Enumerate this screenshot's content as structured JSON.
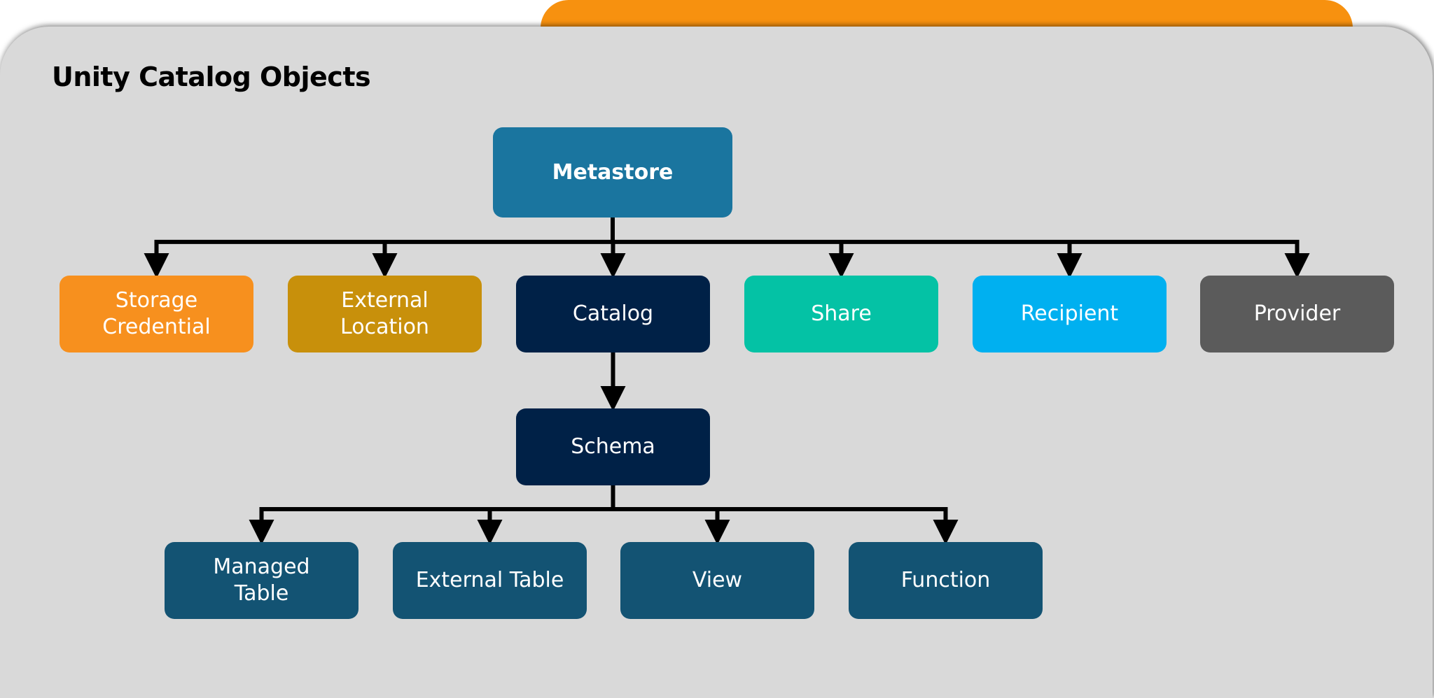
{
  "title": "Unity Catalog Objects",
  "colors": {
    "background": "#d9d9d9",
    "accent_tab": "#f7910f",
    "connector": "#000000"
  },
  "nodes": {
    "metastore": {
      "label": "Metastore",
      "color": "#1a759f"
    },
    "storage_credential": {
      "label": "Storage\nCredential",
      "color": "#f7901e"
    },
    "external_location": {
      "label": "External\nLocation",
      "color": "#c8900b"
    },
    "catalog": {
      "label": "Catalog",
      "color": "#002147"
    },
    "share": {
      "label": "Share",
      "color": "#04c2a5"
    },
    "recipient": {
      "label": "Recipient",
      "color": "#00b0f0"
    },
    "provider": {
      "label": "Provider",
      "color": "#5b5b5b"
    },
    "schema": {
      "label": "Schema",
      "color": "#002147"
    },
    "managed_table": {
      "label": "Managed\nTable",
      "color": "#135373"
    },
    "external_table": {
      "label": "External Table",
      "color": "#135373"
    },
    "view": {
      "label": "View",
      "color": "#135373"
    },
    "function": {
      "label": "Function",
      "color": "#135373"
    }
  },
  "edges": [
    {
      "from": "metastore",
      "to": "storage_credential"
    },
    {
      "from": "metastore",
      "to": "external_location"
    },
    {
      "from": "metastore",
      "to": "catalog"
    },
    {
      "from": "metastore",
      "to": "share"
    },
    {
      "from": "metastore",
      "to": "recipient"
    },
    {
      "from": "metastore",
      "to": "provider"
    },
    {
      "from": "catalog",
      "to": "schema"
    },
    {
      "from": "schema",
      "to": "managed_table"
    },
    {
      "from": "schema",
      "to": "external_table"
    },
    {
      "from": "schema",
      "to": "view"
    },
    {
      "from": "schema",
      "to": "function"
    }
  ]
}
